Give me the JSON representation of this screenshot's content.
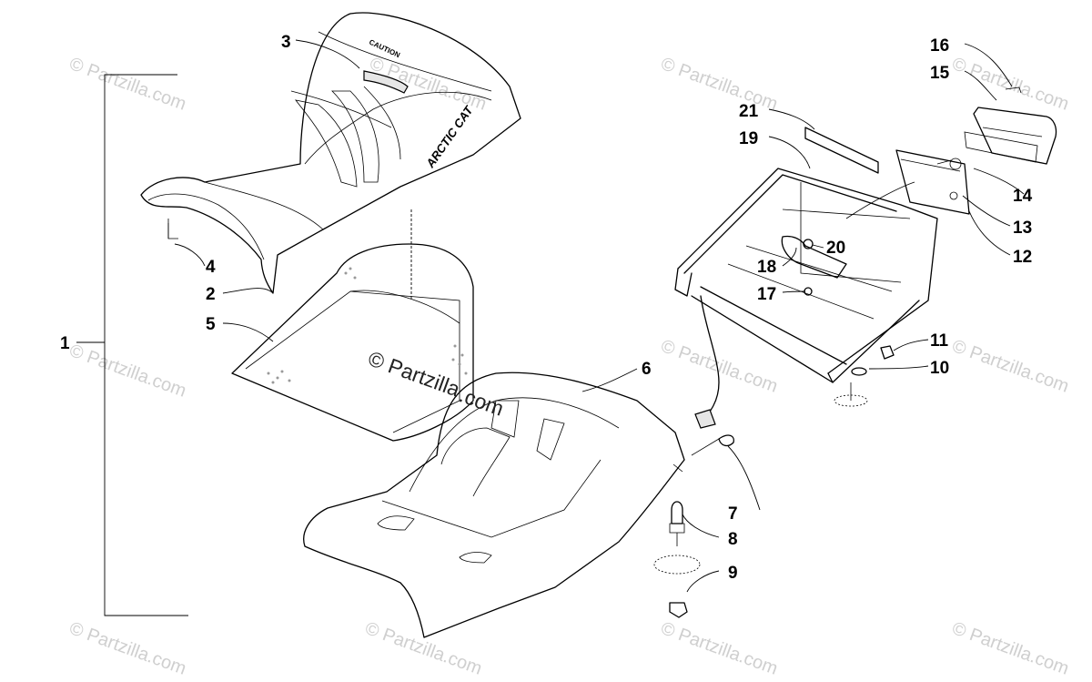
{
  "diagram": {
    "callouts": [
      "1",
      "2",
      "3",
      "4",
      "5",
      "6",
      "7",
      "8",
      "9",
      "10",
      "11",
      "12",
      "13",
      "14",
      "15",
      "16",
      "17",
      "18",
      "19",
      "20",
      "21"
    ],
    "seat_brand_text": "ARCTIC CAT",
    "seat_warning_text": "CAUTION",
    "watermark_text": "© Partzilla.com",
    "center_watermark_line1": "© Partzilla",
    "center_watermark_line2": ".com"
  }
}
